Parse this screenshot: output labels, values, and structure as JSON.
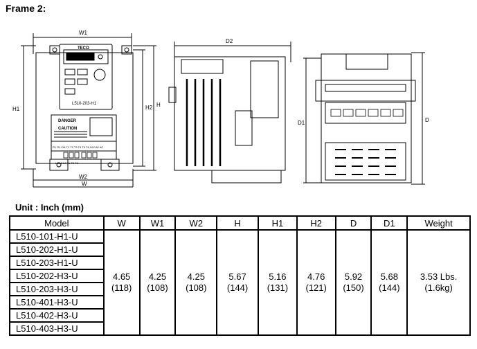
{
  "frame_title": "Frame 2:",
  "unit_label": "Unit : Inch (mm)",
  "drawing_labels": {
    "w1": "W1",
    "w2": "W2",
    "w": "W",
    "h1": "H1",
    "h2": "H2",
    "h": "H",
    "d2": "D2",
    "d1": "D1",
    "d": "D",
    "brand": "TECO",
    "model_plate": "L510-203-H1",
    "danger": "DANGER",
    "caution": "CAUTION",
    "terminals_top": "R1 S1 CM T1 T2 T3 T4 T5 T6 10V AV AC",
    "terminals_bottom": "L1  L2  L3  T1  T2  T3"
  },
  "table": {
    "headers": [
      "Model",
      "W",
      "W1",
      "W2",
      "H",
      "H1",
      "H2",
      "D",
      "D1",
      "Weight"
    ],
    "models": [
      "L510-101-H1-U",
      "L510-202-H1-U",
      "L510-203-H1-U",
      "L510-202-H3-U",
      "L510-203-H3-U",
      "L510-401-H3-U",
      "L510-402-H3-U",
      "L510-403-H3-U"
    ],
    "values": {
      "w": {
        "inch": "4.65",
        "mm": "(118)"
      },
      "w1": {
        "inch": "4.25",
        "mm": "(108)"
      },
      "w2": {
        "inch": "4.25",
        "mm": "(108)"
      },
      "h": {
        "inch": "5.67",
        "mm": "(144)"
      },
      "h1": {
        "inch": "5.16",
        "mm": "(131)"
      },
      "h2": {
        "inch": "4.76",
        "mm": "(121)"
      },
      "d": {
        "inch": "5.92",
        "mm": "(150)"
      },
      "d1": {
        "inch": "5.68",
        "mm": "(144)"
      },
      "weight": {
        "primary": "3.53 Lbs.",
        "secondary": "(1.6kg)"
      }
    }
  }
}
